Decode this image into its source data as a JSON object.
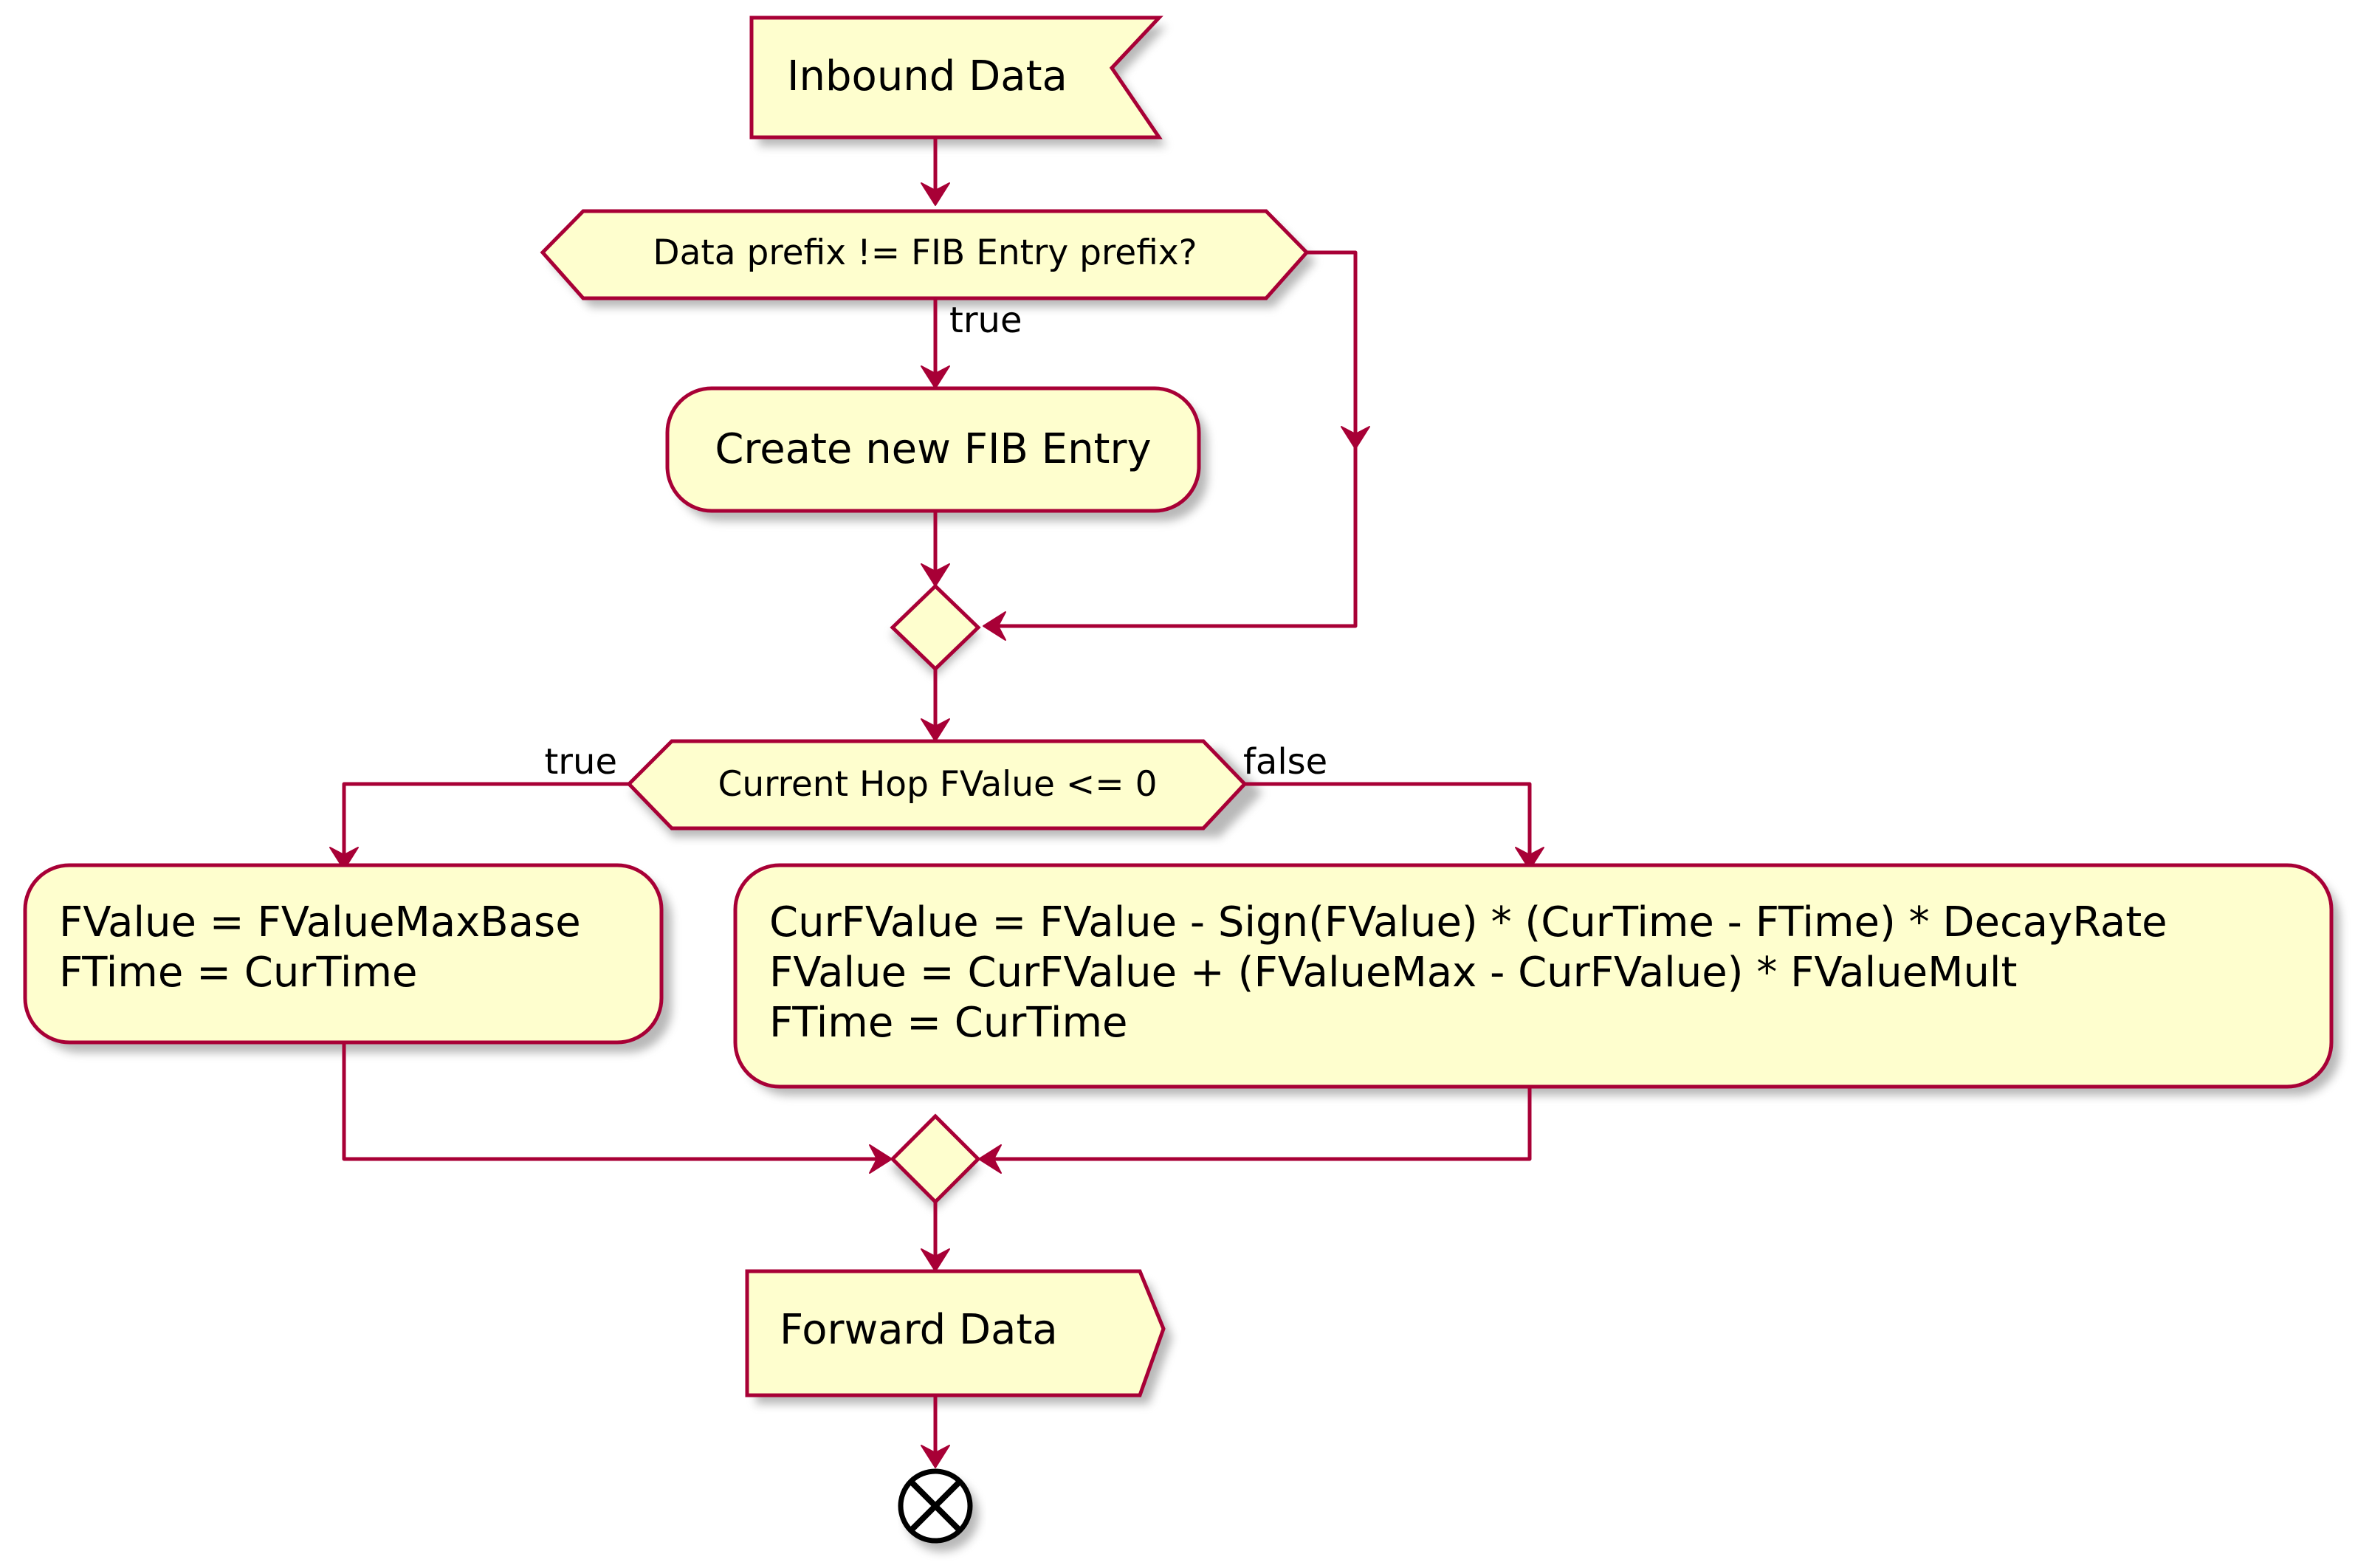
{
  "nodes": {
    "inbound": {
      "label": "Inbound Data"
    },
    "decision_prefix": {
      "label": "Data prefix != FIB Entry prefix?"
    },
    "create_fib": {
      "label": "Create new FIB Entry"
    },
    "decision_fvalue": {
      "label": "Current Hop FValue <= 0"
    },
    "action_true": {
      "lines": [
        "FValue = FValueMaxBase",
        "FTime = CurTime"
      ]
    },
    "action_false": {
      "lines": [
        "CurFValue = FValue - Sign(FValue) * (CurTime - FTime) * DecayRate",
        "FValue = CurFValue + (FValueMax - CurFValue) * FValueMult",
        "FTime = CurTime"
      ]
    },
    "forward": {
      "label": "Forward Data"
    }
  },
  "edges": {
    "prefix_true": "true",
    "fvalue_true": "true",
    "fvalue_false": "false"
  },
  "colors": {
    "node_fill": "#FEFECE",
    "node_stroke": "#A80036",
    "edge": "#A80036",
    "end": "#000000"
  },
  "icons": {
    "end": "end-cross-icon"
  }
}
